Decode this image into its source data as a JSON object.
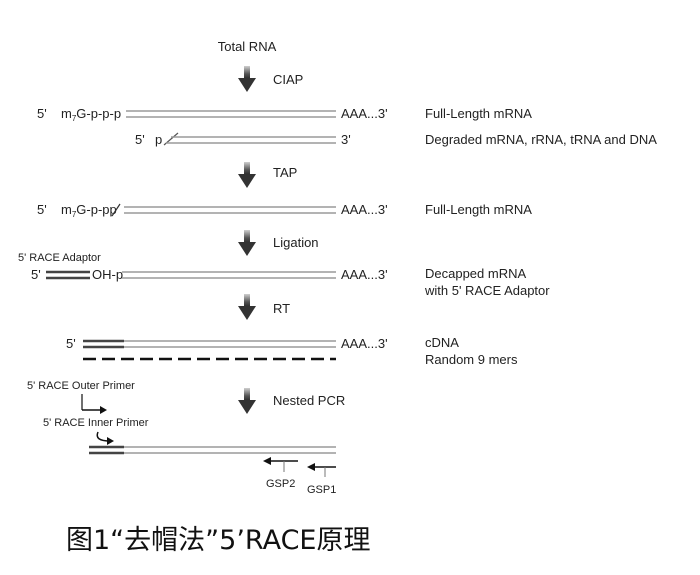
{
  "title": "Total RNA",
  "steps": {
    "ciap": "CIAP",
    "tap": "TAP",
    "ligation": "Ligation",
    "rt": "RT",
    "nested_pcr": "Nested PCR"
  },
  "ends": {
    "five_prime": "5'",
    "three_prime": "3'",
    "poly_a": "AAA...3'"
  },
  "caps": {
    "cap_prefix": "m",
    "cap_sub": "7",
    "cap_suffix": "G-p-p-p",
    "cap_tap_suffix": "G-p-p",
    "cap_tap_last": "p",
    "degraded_p": "p",
    "oh_p": "OH-p"
  },
  "labels": {
    "full_length_1": "Full-Length mRNA",
    "degraded": "Degraded mRNA, rRNA, tRNA and DNA",
    "full_length_2": "Full-Length mRNA",
    "decapped_1": "Decapped mRNA",
    "decapped_2": "with 5' RACE Adaptor",
    "cdna": "cDNA",
    "random": "Random 9 mers"
  },
  "adaptor_label": "5' RACE Adaptor",
  "primers": {
    "outer": "5' RACE Outer Primer",
    "inner": "5' RACE Inner Primer",
    "gsp2": "GSP2",
    "gsp1": "GSP1"
  },
  "caption": "图1“去帽法”5’RACE原理"
}
